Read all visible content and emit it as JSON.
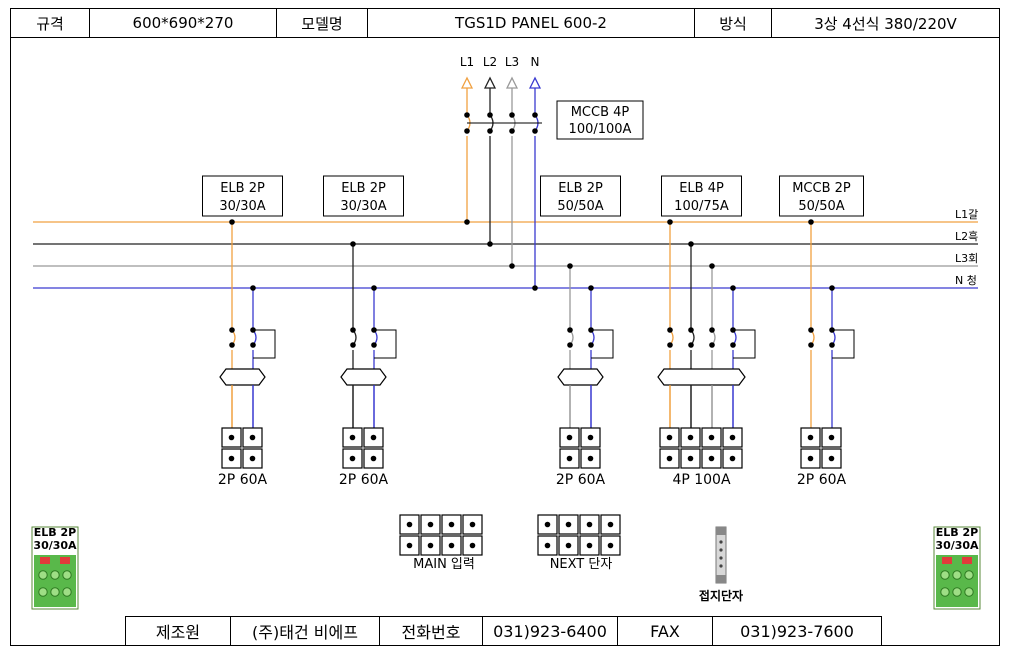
{
  "header": {
    "spec_label": "규격",
    "spec_value": "600*690*270",
    "model_label": "모델명",
    "model_value": "TGS1D PANEL 600-2",
    "method_label": "방식",
    "method_value": "3상 4선식 380/220V"
  },
  "footer": {
    "maker_label": "제조원",
    "maker_value": "(주)태건 비에프",
    "phone_label": "전화번호",
    "phone_value": "031)923-6400",
    "fax_label": "FAX",
    "fax_value": "031)923-7600"
  },
  "incoming": {
    "phases": [
      "L1",
      "L2",
      "L3",
      "N"
    ],
    "breaker_line1": "MCCB 4P",
    "breaker_line2": "100/100A"
  },
  "buses": [
    {
      "label": "L1갈",
      "color": "#f0a040"
    },
    {
      "label": "L2흑",
      "color": "#222222"
    },
    {
      "label": "L3회",
      "color": "#999999"
    },
    {
      "label": "N 청",
      "color": "#3a3ad0"
    }
  ],
  "branches": [
    {
      "line1": "ELB 2P",
      "line2": "30/30A",
      "terminal": "2P 60A"
    },
    {
      "line1": "ELB 2P",
      "line2": "30/30A",
      "terminal": "2P 60A"
    },
    {
      "line1": "ELB 2P",
      "line2": "50/50A",
      "terminal": "2P 60A"
    },
    {
      "line1": "ELB 4P",
      "line2": "100/75A",
      "terminal": "4P 100A"
    },
    {
      "line1": "MCCB 2P",
      "line2": "50/50A",
      "terminal": "2P 60A"
    }
  ],
  "blocks": {
    "main_input": "MAIN 입력",
    "next_terminal": "NEXT 단자",
    "ground_terminal": "접지단자"
  },
  "side_devices": {
    "left_line1": "ELB 2P",
    "left_line2": "30/30A",
    "right_line1": "ELB 2P",
    "right_line2": "30/30A"
  }
}
